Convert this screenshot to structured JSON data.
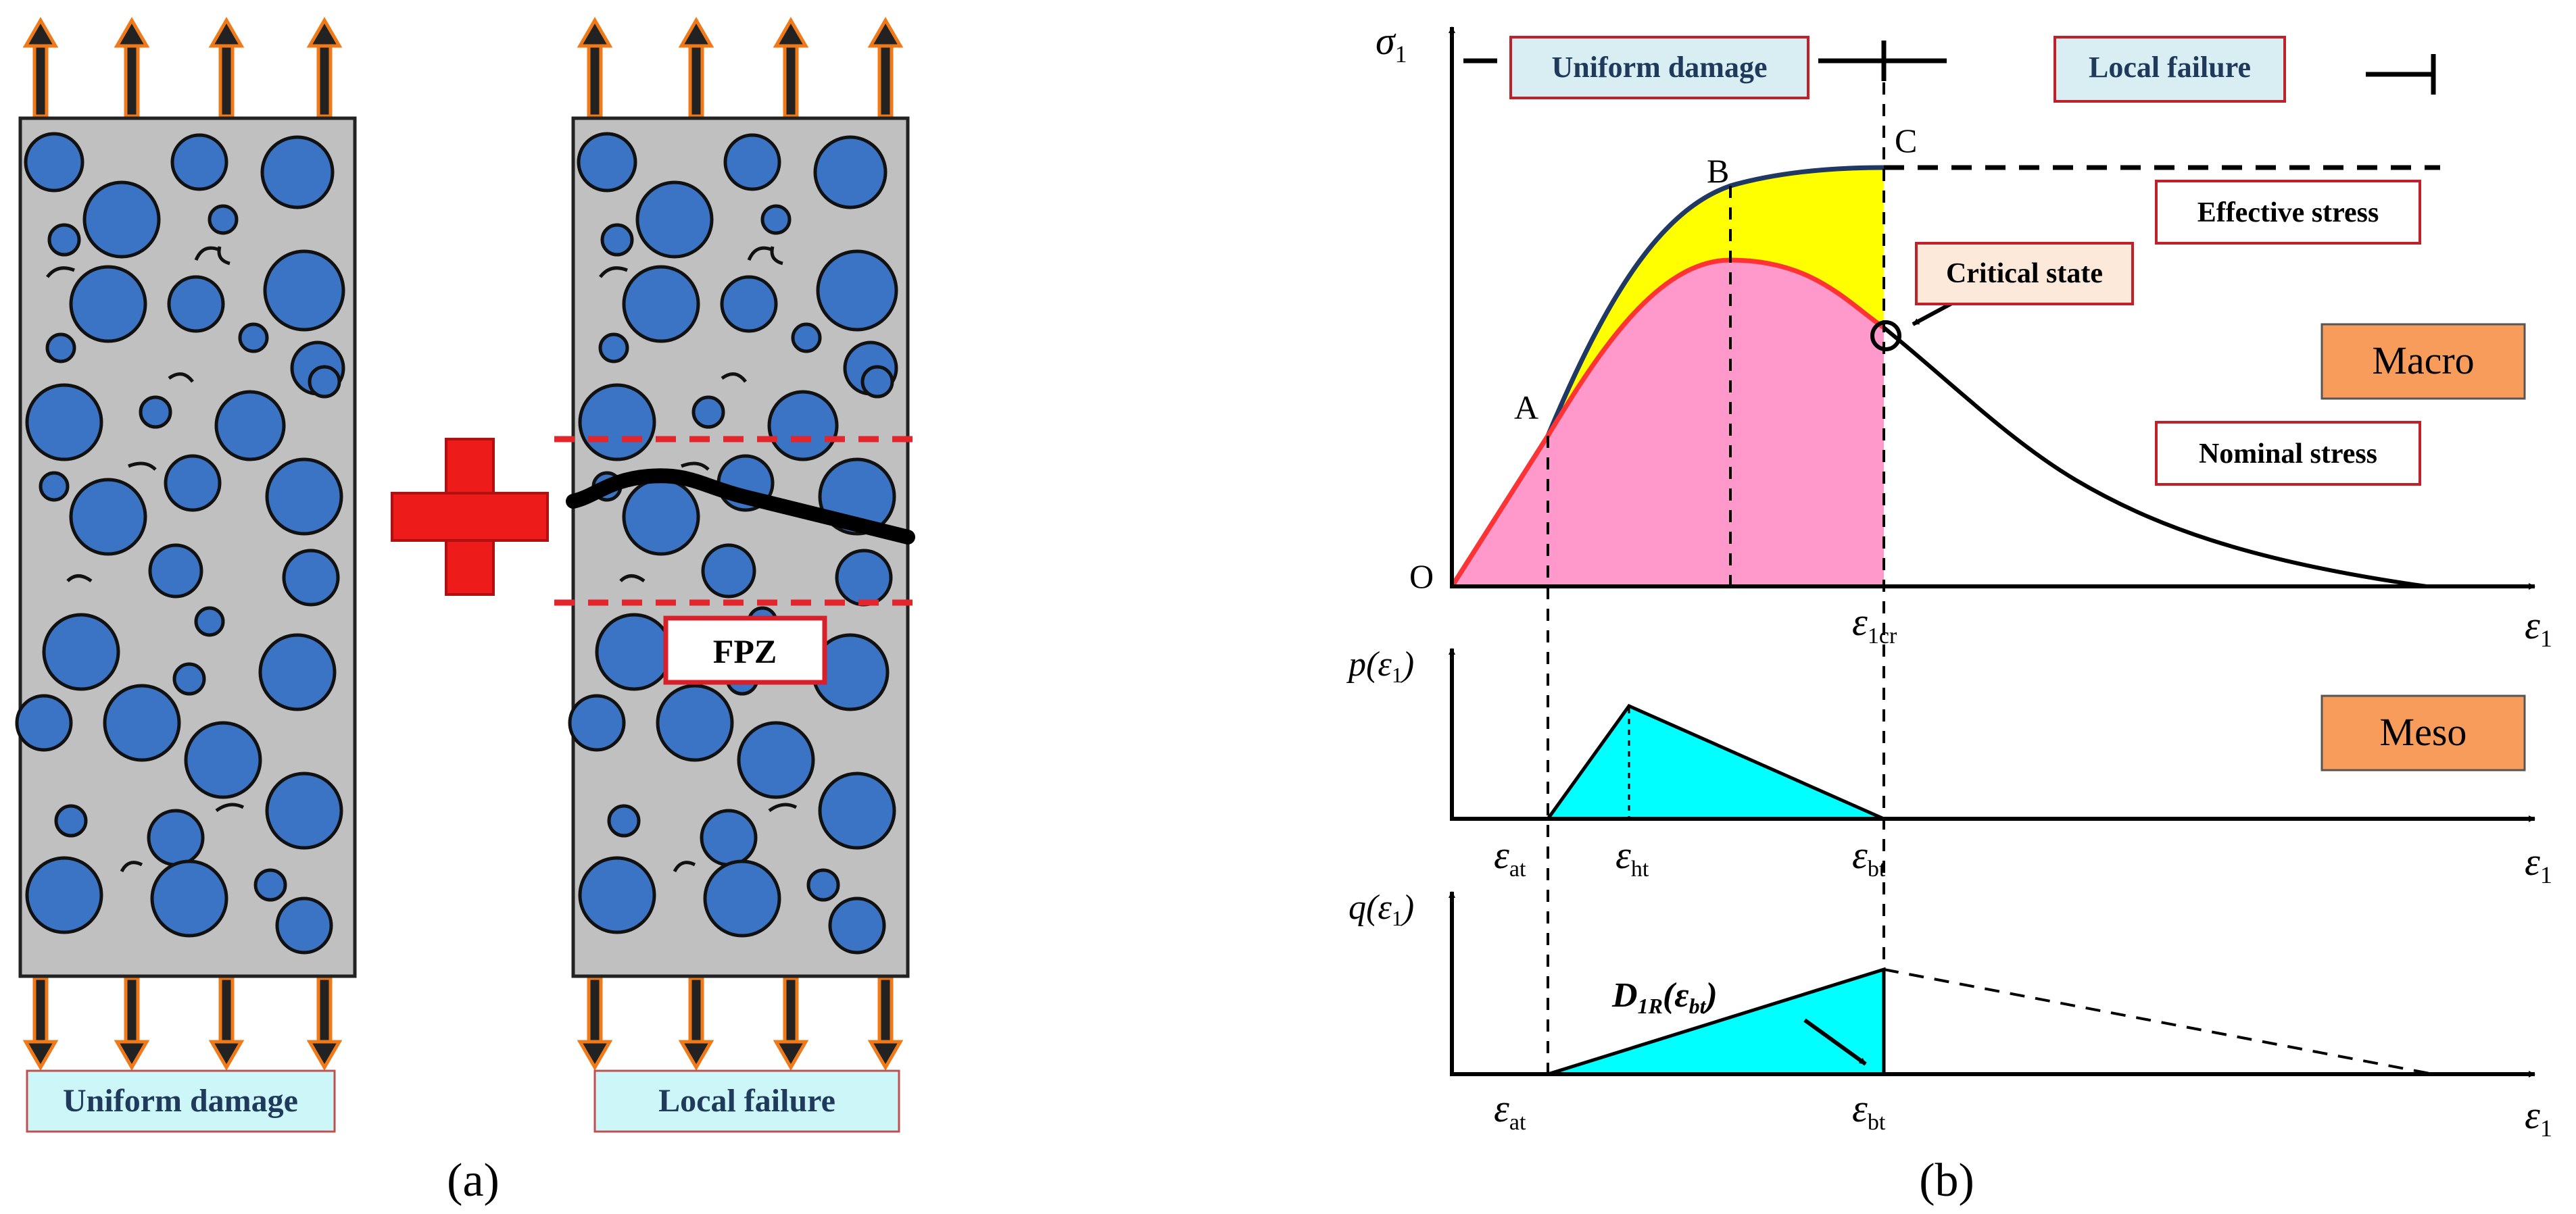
{
  "panel_a": {
    "caption": "(a)",
    "specimen_left_label": "Uniform damage",
    "specimen_right_label": "Local failure",
    "fpz_label": "FPZ",
    "colors": {
      "aggregate": "#3b74c4",
      "matrix": "#c0c0c0",
      "arrow": "#f07a1a",
      "plus": "#ee1b1b",
      "label_bg": "#cdf6f8",
      "fpz_border": "#d8202a",
      "dashed": "#e2262b"
    }
  },
  "panel_b": {
    "caption": "(b)",
    "macro_label": "Macro",
    "meso_label": "Meso",
    "uniform_damage_label": "Uniform damage",
    "local_failure_label": "Local failure",
    "effective_stress_label": "Effective stress",
    "nominal_stress_label": "Nominal stress",
    "critical_state_label": "Critical state",
    "point_o": "O",
    "point_a": "A",
    "point_b": "B",
    "point_c": "C",
    "y_axis_macro_sym": "σ",
    "y_axis_macro_sub": "1",
    "x_axis_sym": "ε",
    "x_axis_sub": "1",
    "p_label_pre": "p(",
    "p_label_sym": "ε",
    "p_label_sub": "1",
    "p_label_post": ")",
    "q_label_pre": "q(",
    "q_label_sym": "ε",
    "q_label_sub": "1",
    "q_label_post": ")",
    "eps_1cr_sub": "1cr",
    "eps_at_sub": "at",
    "eps_ht_sub": "ht",
    "eps_bt_sub": "bt",
    "d1r_label_main": "D",
    "d1r_label_sub": "1R",
    "d1r_label_arg_open": "(",
    "d1r_label_arg_sym": "ε",
    "d1r_label_arg_sub": "bt",
    "d1r_label_arg_close": ")",
    "colors": {
      "yellow_fill": "#ffff00",
      "pink_fill": "#ff99cc",
      "cyan_fill": "#00ffff",
      "orange_box": "#f79c5a",
      "label_box_bg": "#d9eef3",
      "label_box_border": "#c0202a",
      "effective_curve": "#1f3864",
      "nominal_curve": "#ff3333",
      "critical_box_bg": "#fde9d9"
    }
  }
}
